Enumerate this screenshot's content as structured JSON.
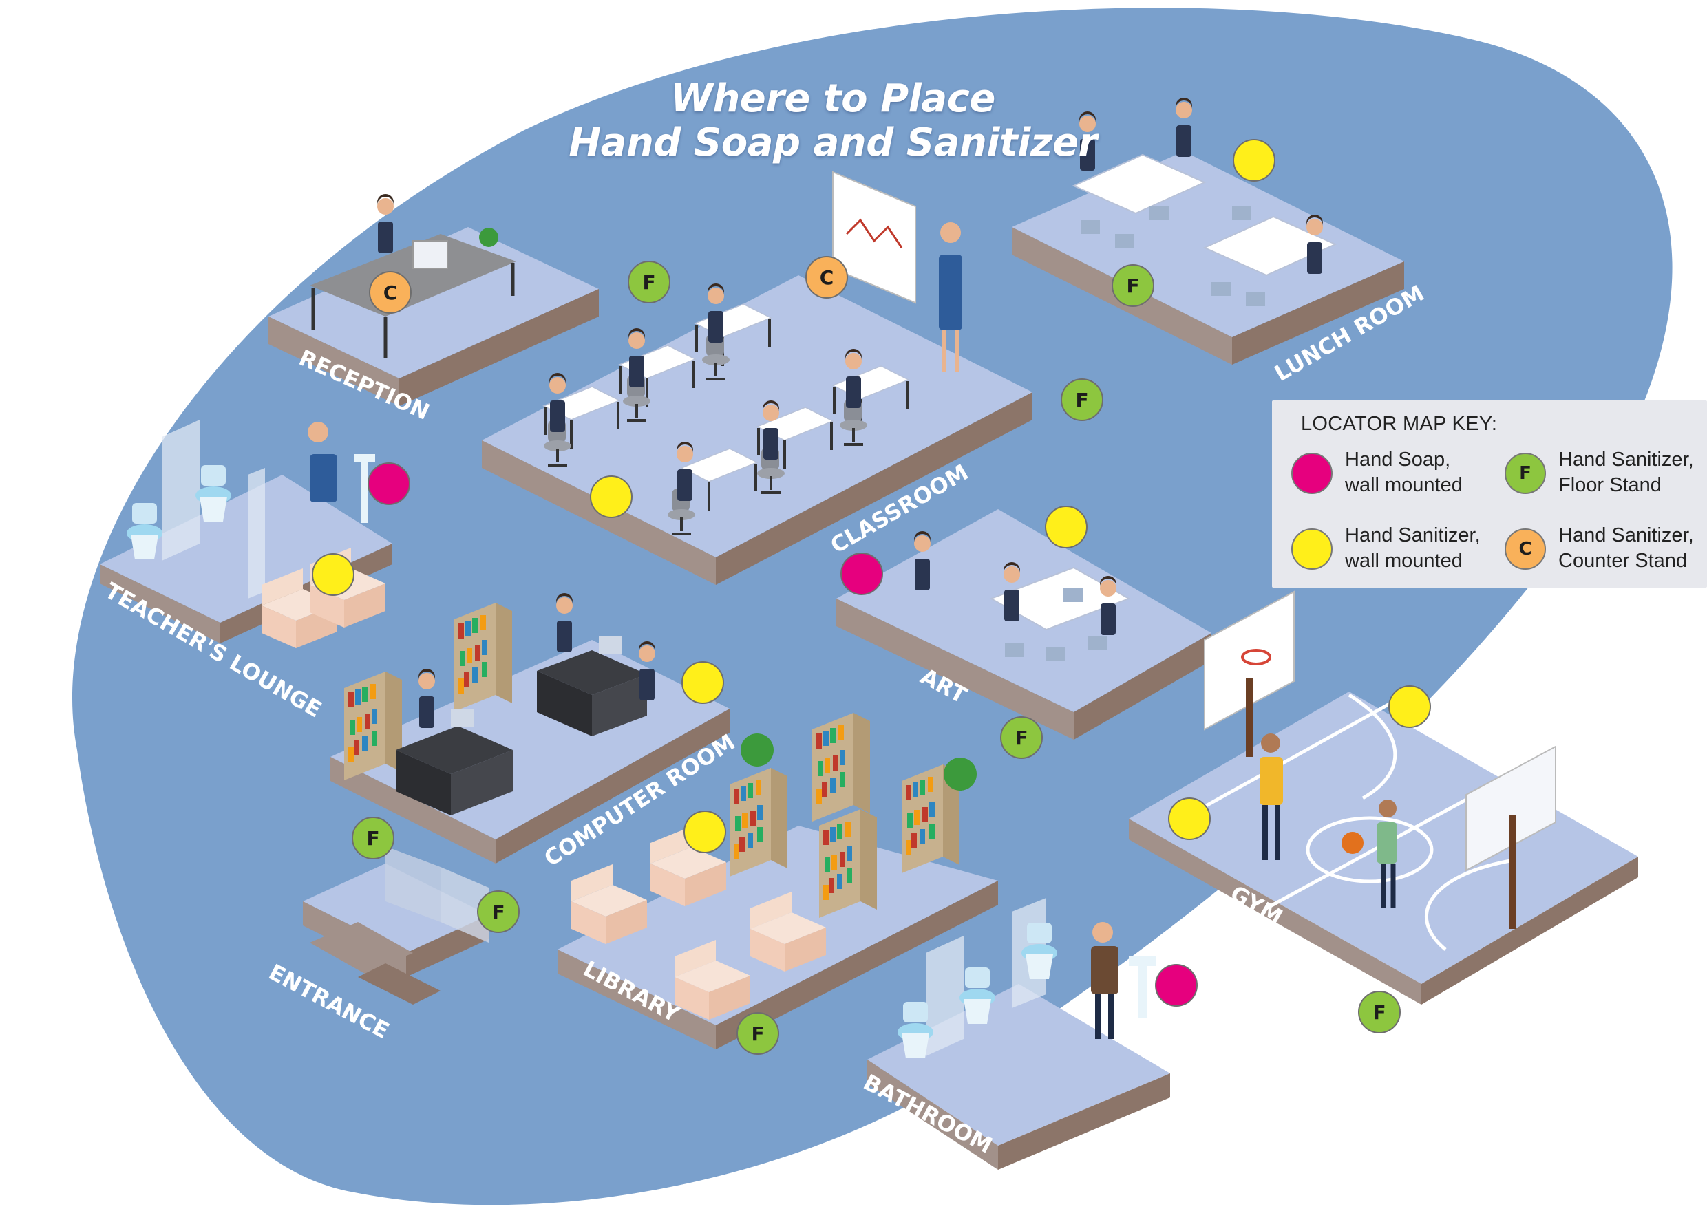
{
  "title": {
    "line1": "Where to Place",
    "line2": "Hand Soap and Sanitizer"
  },
  "colors": {
    "background_blob": "#7aa0cc",
    "floor_top": "#b6c5e6",
    "floor_side": "#8c7569",
    "hand_soap_wall": "#e6007e",
    "sanitizer_wall": "#ffef1a",
    "sanitizer_floor": "#8dc63f",
    "sanitizer_counter": "#f9b15a"
  },
  "key": {
    "heading": "LOCATOR MAP KEY:",
    "items": [
      {
        "type": "hand-soap-wall",
        "letter": "",
        "line1": "Hand Soap,",
        "line2": "wall mounted"
      },
      {
        "type": "sanitizer-floor",
        "letter": "F",
        "line1": "Hand Sanitizer,",
        "line2": "Floor Stand"
      },
      {
        "type": "sanitizer-wall",
        "letter": "",
        "line1": "Hand Sanitizer,",
        "line2": "wall mounted"
      },
      {
        "type": "sanitizer-counter",
        "letter": "C",
        "line1": "Hand Sanitizer,",
        "line2": "Counter Stand"
      }
    ]
  },
  "rooms": [
    {
      "id": "reception",
      "label": "RECEPTION"
    },
    {
      "id": "classroom",
      "label": "CLASSROOM"
    },
    {
      "id": "lunch-room",
      "label": "LUNCH ROOM"
    },
    {
      "id": "teachers-lounge",
      "label": "TEACHER'S LOUNGE"
    },
    {
      "id": "art",
      "label": "ART"
    },
    {
      "id": "computer-room",
      "label": "COMPUTER ROOM"
    },
    {
      "id": "gym",
      "label": "GYM"
    },
    {
      "id": "entrance",
      "label": "ENTRANCE"
    },
    {
      "id": "library",
      "label": "LIBRARY"
    },
    {
      "id": "bathroom",
      "label": "BATHROOM"
    }
  ],
  "markers": [
    {
      "room": "reception",
      "type": "sanitizer-counter",
      "letter": "C"
    },
    {
      "room": "classroom",
      "type": "sanitizer-floor",
      "letter": "F"
    },
    {
      "room": "classroom",
      "type": "sanitizer-counter",
      "letter": "C"
    },
    {
      "room": "classroom",
      "type": "sanitizer-floor",
      "letter": "F"
    },
    {
      "room": "classroom",
      "type": "sanitizer-wall",
      "letter": ""
    },
    {
      "room": "lunch-room",
      "type": "sanitizer-wall",
      "letter": ""
    },
    {
      "room": "lunch-room",
      "type": "sanitizer-floor",
      "letter": "F"
    },
    {
      "room": "teachers-lounge",
      "type": "hand-soap-wall",
      "letter": ""
    },
    {
      "room": "teachers-lounge",
      "type": "sanitizer-wall",
      "letter": ""
    },
    {
      "room": "art",
      "type": "hand-soap-wall",
      "letter": ""
    },
    {
      "room": "art",
      "type": "sanitizer-wall",
      "letter": ""
    },
    {
      "room": "art",
      "type": "sanitizer-floor",
      "letter": "F"
    },
    {
      "room": "computer-room",
      "type": "sanitizer-wall",
      "letter": ""
    },
    {
      "room": "gym",
      "type": "sanitizer-wall",
      "letter": ""
    },
    {
      "room": "gym",
      "type": "sanitizer-wall",
      "letter": ""
    },
    {
      "room": "gym",
      "type": "sanitizer-floor",
      "letter": "F"
    },
    {
      "room": "entrance",
      "type": "sanitizer-floor",
      "letter": "F"
    },
    {
      "room": "entrance",
      "type": "sanitizer-floor",
      "letter": "F"
    },
    {
      "room": "library",
      "type": "sanitizer-wall",
      "letter": ""
    },
    {
      "room": "library",
      "type": "sanitizer-floor",
      "letter": "F"
    },
    {
      "room": "bathroom",
      "type": "hand-soap-wall",
      "letter": ""
    }
  ]
}
